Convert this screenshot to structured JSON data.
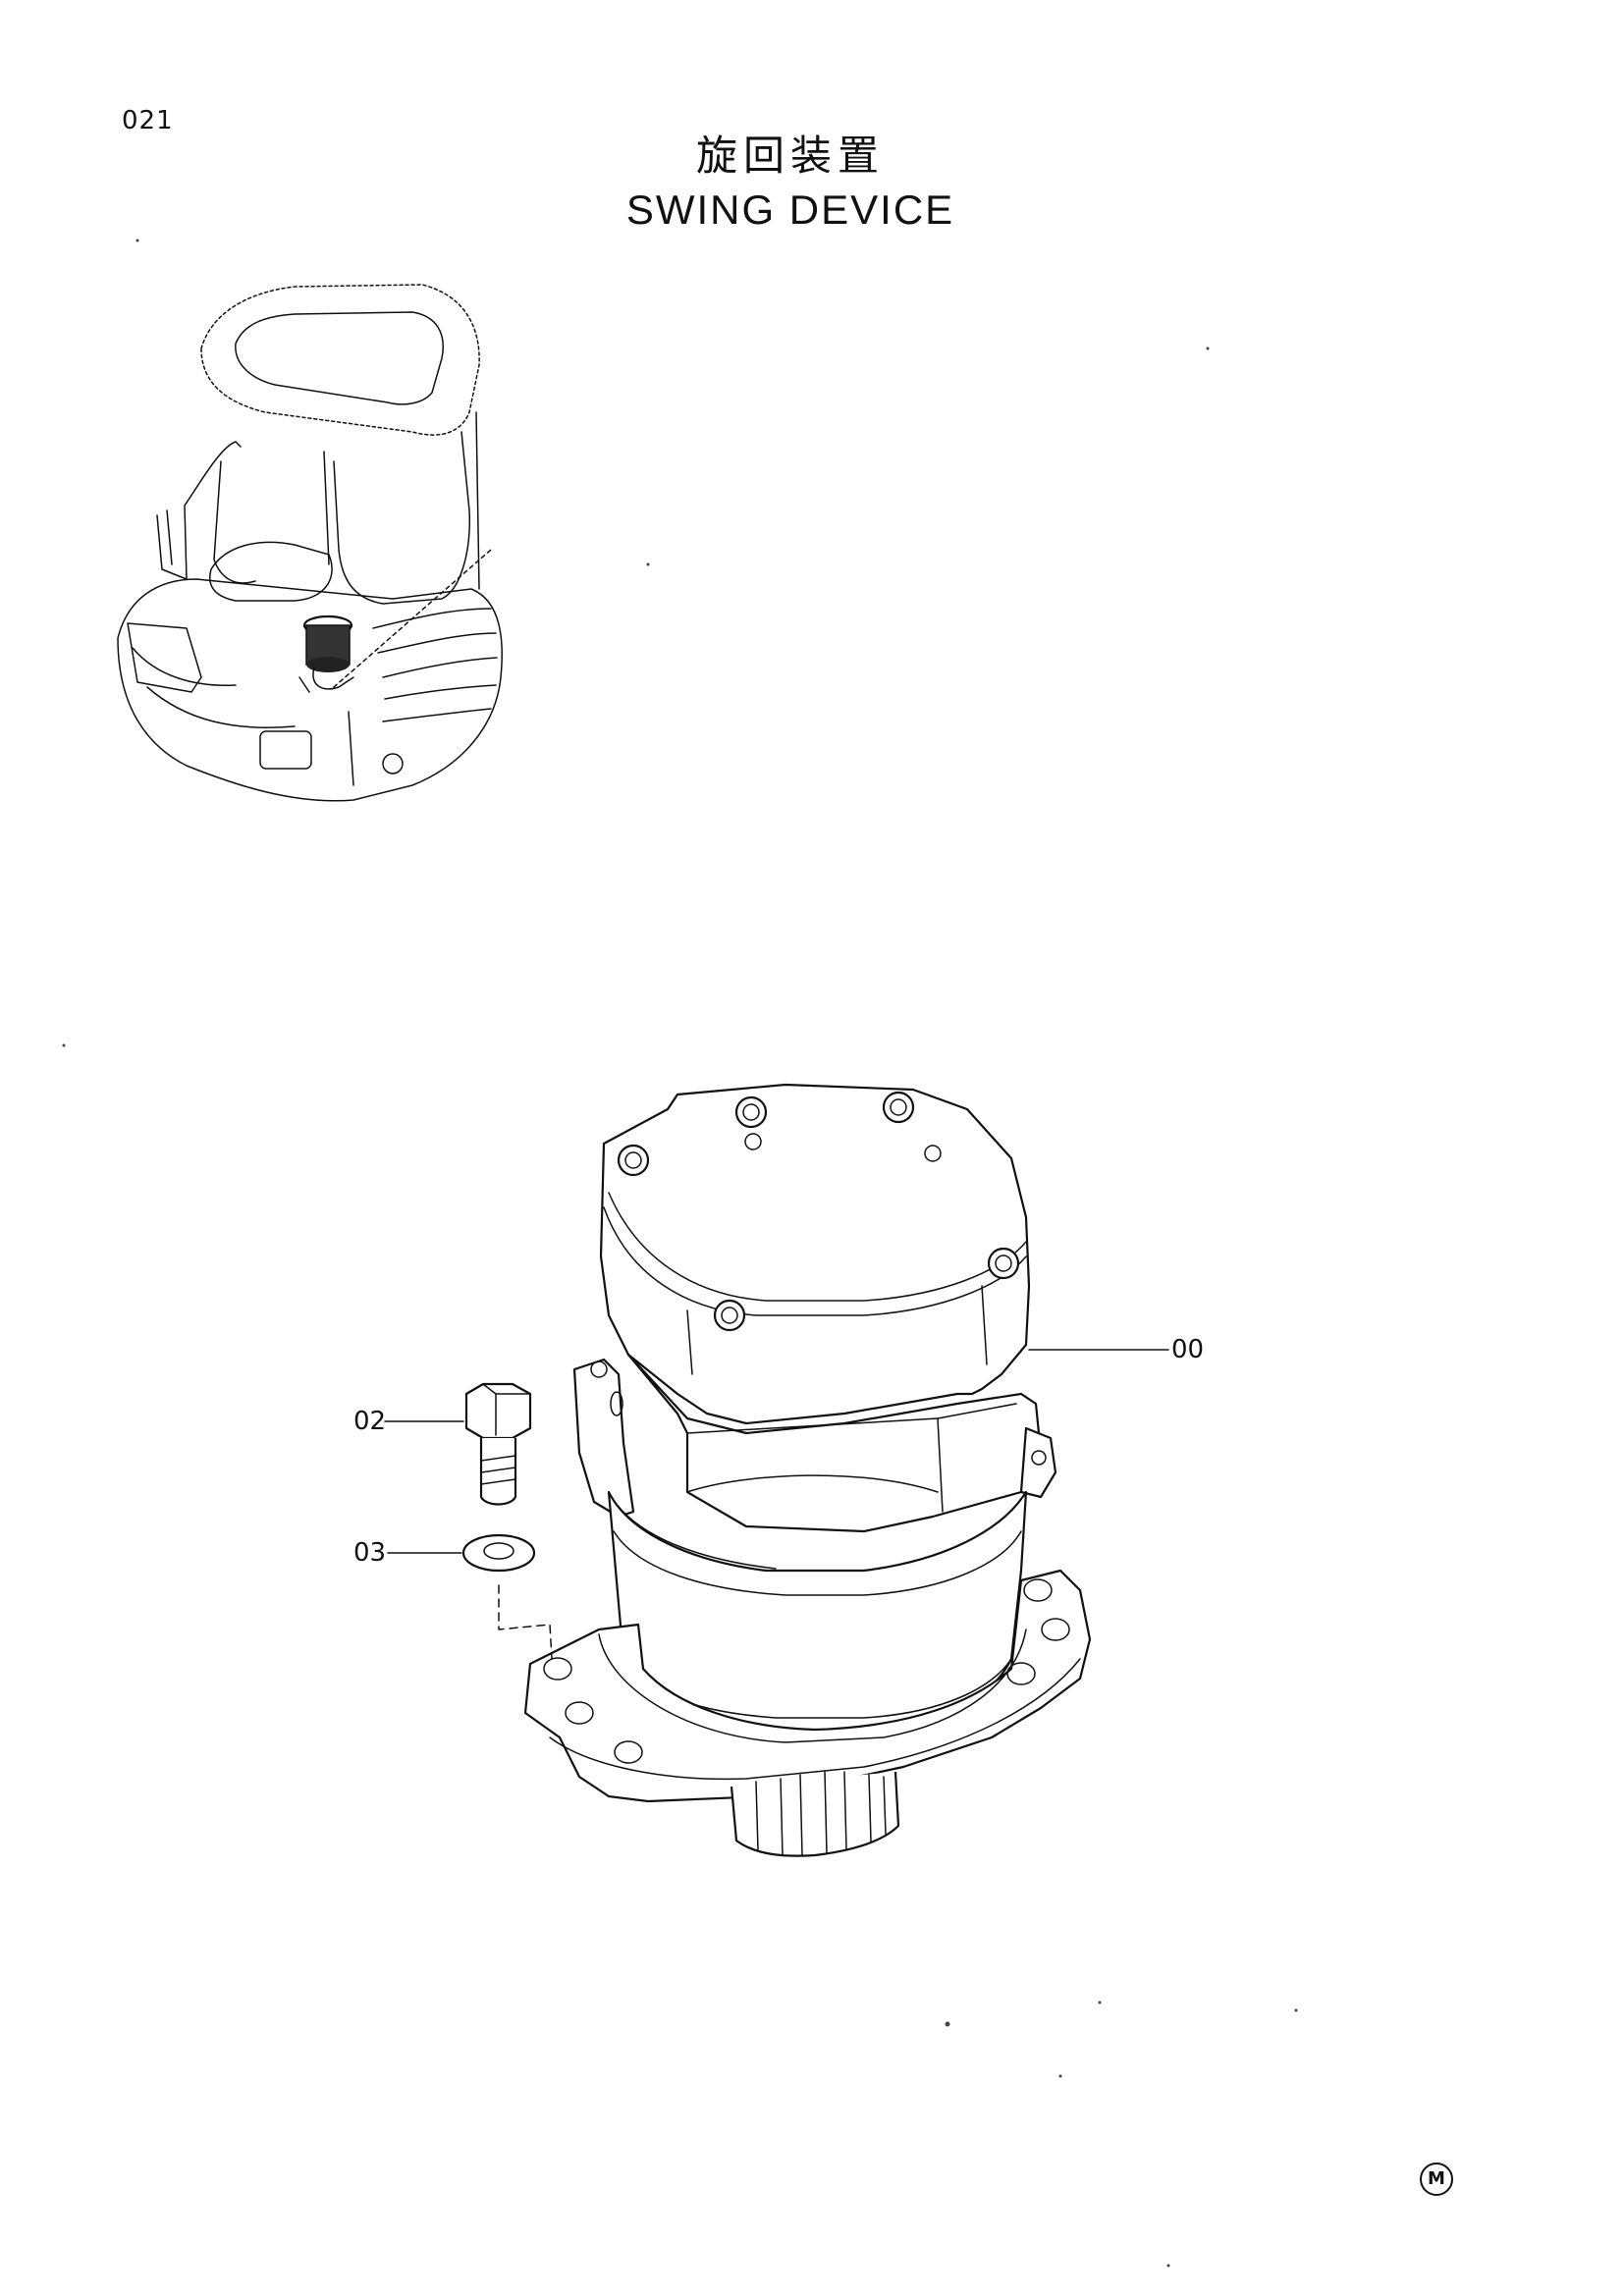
{
  "page": {
    "number": "021"
  },
  "title": {
    "japanese": "旋回装置",
    "english": "SWING DEVICE"
  },
  "callouts": [
    {
      "id": "00"
    },
    {
      "id": "02"
    },
    {
      "id": "03"
    }
  ],
  "mark": "M"
}
